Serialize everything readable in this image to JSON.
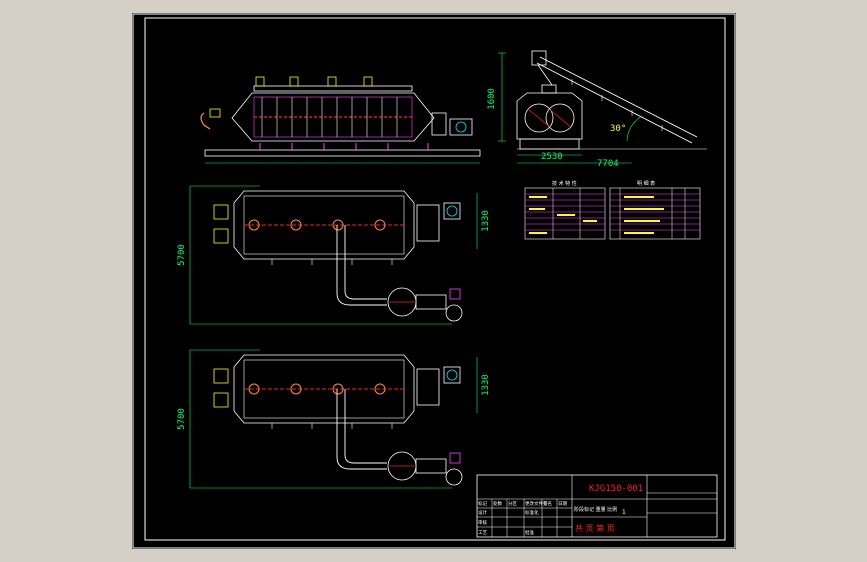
{
  "drawing": {
    "background_color": "#000000",
    "viewport_color": "#d4d0c8",
    "colors": {
      "outline": "#ffffff",
      "dimension": "#00ff66",
      "accent_red": "#ff2020",
      "accent_magenta": "#ff40ff",
      "accent_yellow": "#ffff00",
      "accent_cyan": "#00e0ff",
      "accent_orange": "#ff9020"
    },
    "dimensions": {
      "side_height": "1600",
      "side_width": "2530",
      "side_total": "7704",
      "incline_angle": "30°",
      "plan_top_length": "5700",
      "plan_top_width": "1330",
      "plan_bottom_length": "5700",
      "plan_bottom_width": "1330"
    },
    "title_block": {
      "drawing_number": "KJG150-001",
      "scale_label": "1",
      "sheet_info": "共 页 第 页",
      "row1": [
        "标记",
        "处数",
        "分区",
        "更改文件号",
        "签名",
        "日期"
      ],
      "row2": [
        "设计",
        "",
        "",
        "标准化",
        "",
        ""
      ],
      "row3": [
        "审核",
        "",
        "",
        "",
        "",
        ""
      ],
      "row4": [
        "工艺",
        "",
        "",
        "批准",
        "",
        ""
      ],
      "right_header": "阶段标记 重量 比例"
    },
    "tables": {
      "left_title": "技 术 特 性",
      "right_title": "明 细 表"
    }
  }
}
